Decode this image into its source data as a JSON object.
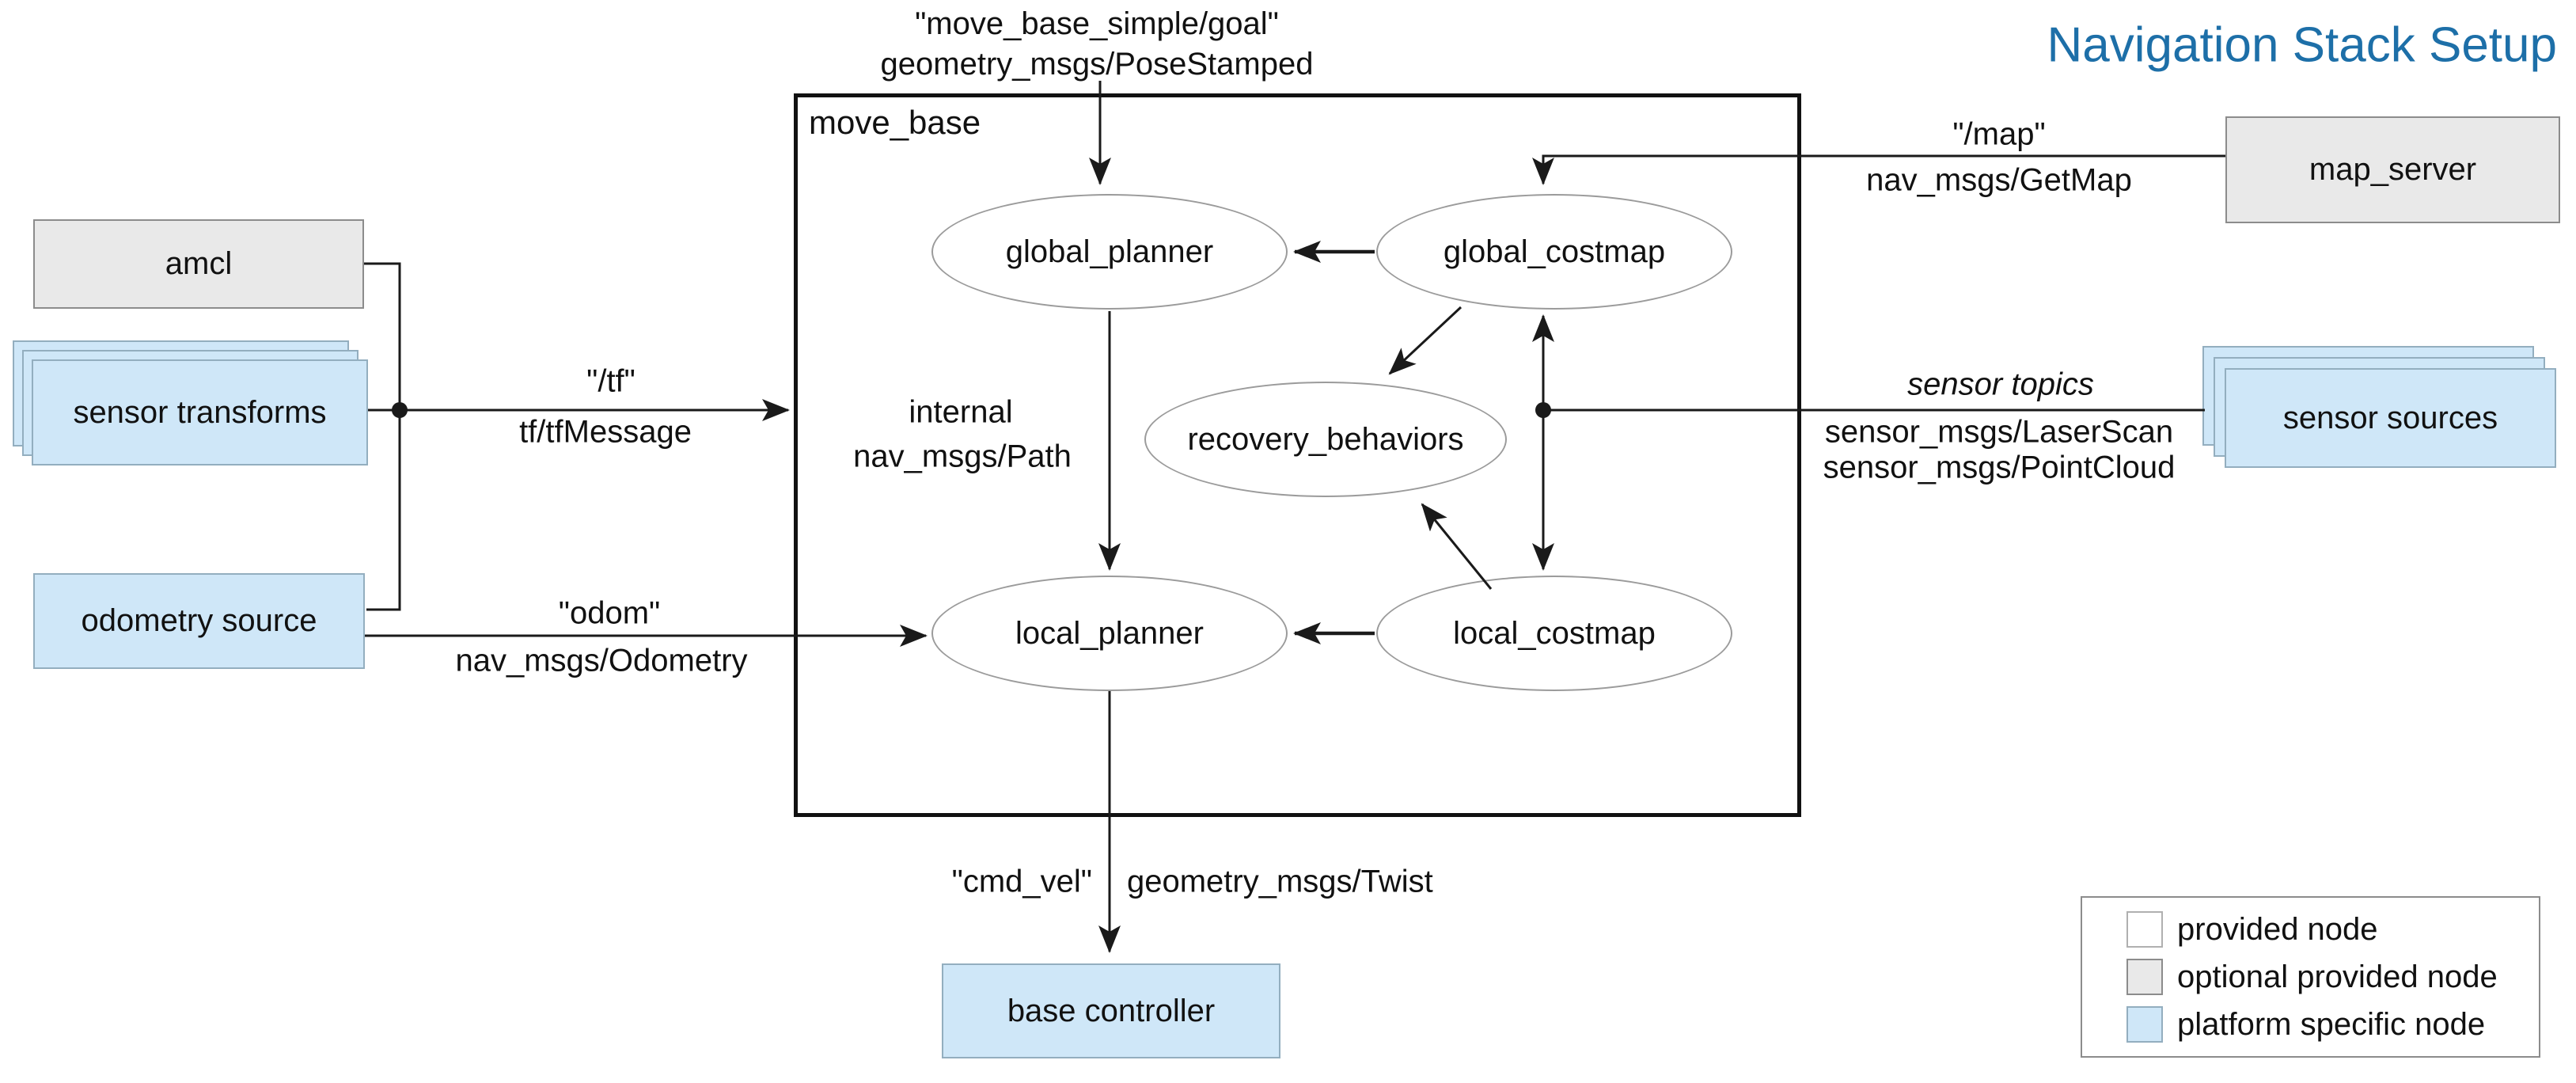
{
  "title": "Navigation Stack Setup",
  "container": {
    "label": "move_base"
  },
  "nodes": {
    "global_planner": "global_planner",
    "global_costmap": "global_costmap",
    "recovery_behaviors": "recovery_behaviors",
    "local_planner": "local_planner",
    "local_costmap": "local_costmap",
    "amcl": "amcl",
    "sensor_transforms": "sensor transforms",
    "odometry_source": "odometry source",
    "map_server": "map_server",
    "sensor_sources": "sensor sources",
    "base_controller": "base controller"
  },
  "edges": {
    "goal": {
      "topic": "\"move_base_simple/goal\"",
      "type": "geometry_msgs/PoseStamped"
    },
    "tf": {
      "topic": "\"/tf\"",
      "type": "tf/tfMessage"
    },
    "odom": {
      "topic": "\"odom\"",
      "type": "nav_msgs/Odometry"
    },
    "map": {
      "topic": "\"/map\"",
      "type": "nav_msgs/GetMap"
    },
    "internal": {
      "topic": "internal",
      "type": "nav_msgs/Path"
    },
    "sensor": {
      "topic": "sensor topics",
      "type1": "sensor_msgs/LaserScan",
      "type2": "sensor_msgs/PointCloud"
    },
    "cmd_vel": {
      "topic": "\"cmd_vel\"",
      "type": "geometry_msgs/Twist"
    }
  },
  "legend": {
    "items": [
      {
        "label": "provided node",
        "color": "#ffffff",
        "border": "#b0b0b0"
      },
      {
        "label": "optional provided node",
        "color": "#e9e9e9",
        "border": "#8c8c8c"
      },
      {
        "label": "platform specific node",
        "color": "#cfe7f8",
        "border": "#93aebf"
      }
    ]
  },
  "colors": {
    "title": "#1d6fa8",
    "line": "#1a1a1a",
    "provided_node": "#ffffff",
    "optional_provided_node": "#e9e9e9",
    "platform_specific_node": "#cfe7f8"
  }
}
